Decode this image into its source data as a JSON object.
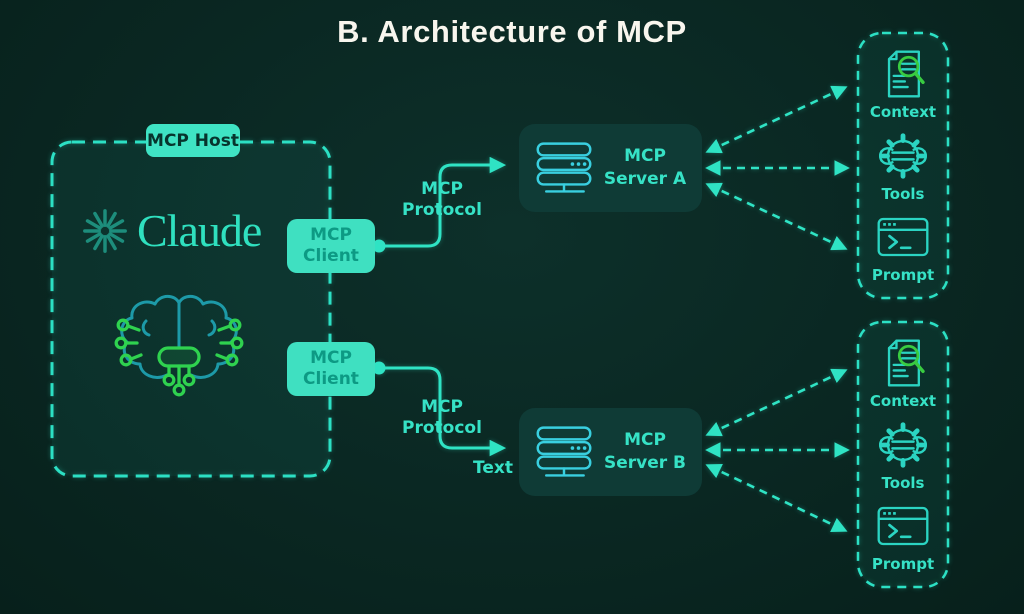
{
  "title": "B. Architecture of MCP",
  "host": {
    "label": "MCP Host",
    "brand": "Claude",
    "brand_icon": "claude-spark-icon",
    "brain_icon": "ai-brain-icon",
    "clients": [
      {
        "label_lines": [
          "MCP",
          "Client"
        ]
      },
      {
        "label_lines": [
          "MCP",
          "Client"
        ]
      }
    ]
  },
  "connections": {
    "top_protocol_label_lines": [
      "MCP",
      "Protocol"
    ],
    "bottom_protocol_label_lines": [
      "MCP",
      "Protocol"
    ],
    "text_label": "Text"
  },
  "servers": [
    {
      "icon": "server-stack-icon",
      "label_lines": [
        "MCP",
        "Server A"
      ]
    },
    {
      "icon": "server-stack-icon",
      "label_lines": [
        "MCP",
        "Server B"
      ]
    }
  ],
  "resource_groups": [
    {
      "items": [
        {
          "icon": "document-search-icon",
          "label": "Context"
        },
        {
          "icon": "gear-wrench-icon",
          "label": "Tools"
        },
        {
          "icon": "terminal-icon",
          "label": "Prompt"
        }
      ]
    },
    {
      "items": [
        {
          "icon": "document-search-icon",
          "label": "Context"
        },
        {
          "icon": "gear-wrench-icon",
          "label": "Tools"
        },
        {
          "icon": "terminal-icon",
          "label": "Prompt"
        }
      ]
    }
  ],
  "colors": {
    "background": "#0a2722",
    "accent": "#2fe3c4",
    "chip_fill": "#3fe3c4",
    "chip_text": "#07342d",
    "client_text": "#0d9a84",
    "panel_fill": "#0f3b36",
    "icon_cyan": "#39cfe0",
    "icon_green": "#38cc44",
    "title_text": "#f8f6ee"
  }
}
